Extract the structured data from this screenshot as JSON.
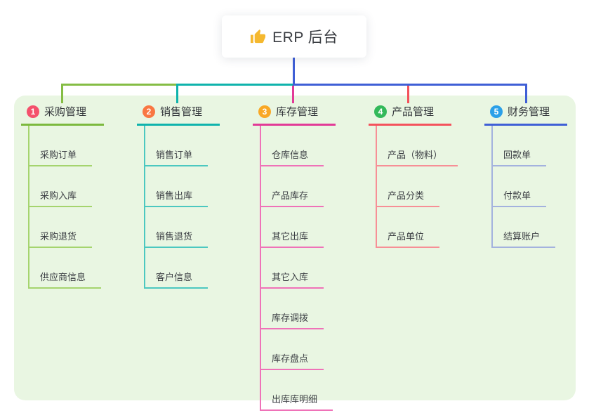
{
  "root": {
    "title": "ERP 后台",
    "icon": "thumbs-up-icon",
    "icon_color": "#f5b82e"
  },
  "colors": {
    "canvas_bg": "#ffffff",
    "panel_bg": "#e9f6e2"
  },
  "connector_colors": {
    "root_drop": "#3f5fd6",
    "h_green": "#85bd44",
    "h_teal": "#0fb3ac",
    "h_blue": "#3f5fd6",
    "drop1": "#85bd44",
    "drop2": "#0fb3ac",
    "drop3": "#e23a97",
    "drop4": "#f4525c",
    "drop5": "#3f5fd6"
  },
  "branches": [
    {
      "badge": "1",
      "title": "采购管理",
      "badge_color": "#f4516c",
      "line_color": "#7cb93e",
      "soft_color": "#a5d46e",
      "children": [
        "采购订单",
        "采购入库",
        "采购退货",
        "供应商信息"
      ]
    },
    {
      "badge": "2",
      "title": "销售管理",
      "badge_color": "#f97742",
      "line_color": "#0fb3ac",
      "soft_color": "#4cc8c0",
      "children": [
        "销售订单",
        "销售出库",
        "销售退货",
        "客户信息"
      ]
    },
    {
      "badge": "3",
      "title": "库存管理",
      "badge_color": "#f9a825",
      "line_color": "#e23a97",
      "soft_color": "#ef72b8",
      "children": [
        "仓库信息",
        "产品库存",
        "其它出库",
        "其它入库",
        "库存调拨",
        "库存盘点",
        "出库库明细"
      ]
    },
    {
      "badge": "4",
      "title": "产品管理",
      "badge_color": "#33b95a",
      "line_color": "#f4525c",
      "soft_color": "#f78f96",
      "children": [
        "产品（物料）",
        "产品分类",
        "产品单位"
      ]
    },
    {
      "badge": "5",
      "title": "财务管理",
      "badge_color": "#2ba0e8",
      "line_color": "#3f5fd6",
      "soft_color": "#a3b2de",
      "children": [
        "回款单",
        "付款单",
        "结算账户"
      ]
    }
  ]
}
